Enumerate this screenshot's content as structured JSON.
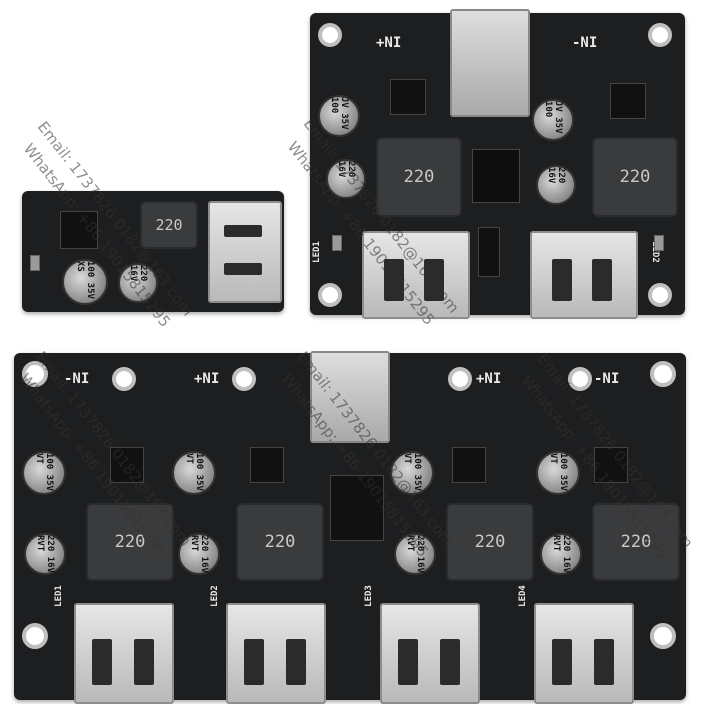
{
  "image_title": "",
  "boards": {
    "small": {
      "inductor_label": "220",
      "cap1_label": "100 35V XS",
      "cap2_label": "220 16V"
    },
    "top_right": {
      "left_label": "+NI",
      "right_label": "-NI",
      "inductor_label_1": "220",
      "inductor_label_2": "220",
      "led1": "LED1",
      "led2": "LED2"
    },
    "bottom": {
      "labels": [
        "-NI",
        "+NI",
        "+NI",
        "-NI"
      ],
      "inductor_labels": [
        "220",
        "220",
        "220",
        "220"
      ],
      "cap_big": "100 35V VT",
      "cap_small": "220 16V RVT",
      "leds": [
        "LED1",
        "LED2",
        "LED3",
        "LED4"
      ]
    }
  },
  "watermarks": {
    "email": "Email: 1737826 0182@163.com",
    "whatsapp": "WhatsApp: +86 19015815295"
  }
}
